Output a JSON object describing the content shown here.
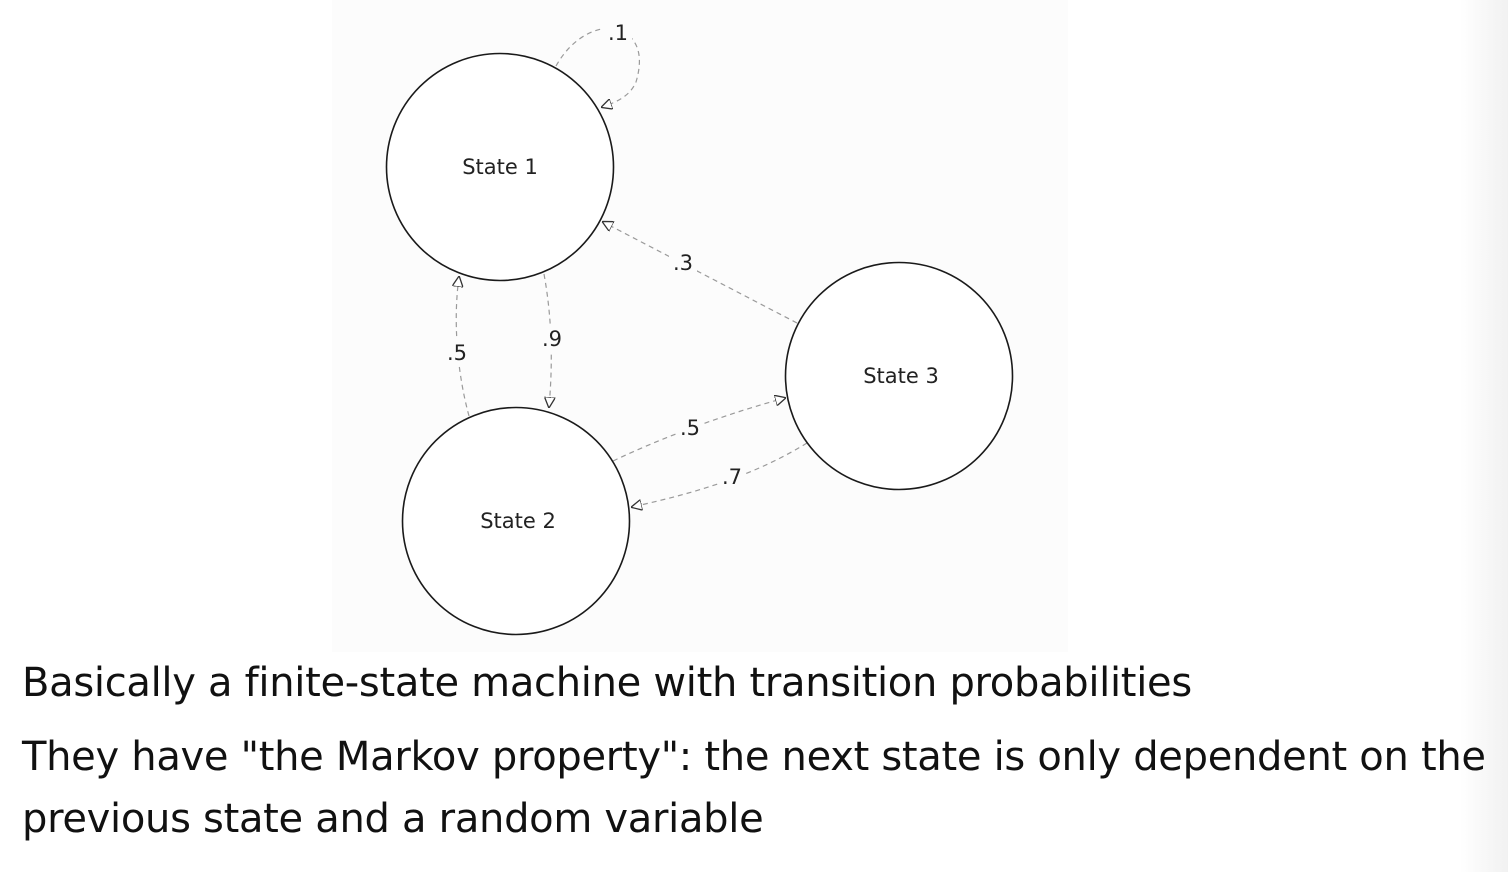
{
  "diagram": {
    "nodes": [
      {
        "id": "s1",
        "label": "State 1"
      },
      {
        "id": "s2",
        "label": "State 2"
      },
      {
        "id": "s3",
        "label": "State 3"
      }
    ],
    "edges": [
      {
        "from": "s1",
        "to": "s1",
        "label": ".1"
      },
      {
        "from": "s1",
        "to": "s2",
        "label": ".9"
      },
      {
        "from": "s2",
        "to": "s1",
        "label": ".5"
      },
      {
        "from": "s2",
        "to": "s3",
        "label": ".5"
      },
      {
        "from": "s3",
        "to": "s2",
        "label": ".7"
      },
      {
        "from": "s3",
        "to": "s1",
        "label": ".3"
      }
    ]
  },
  "captions": {
    "line1": "Basically a finite-state machine with transition probabilities",
    "line2": "They have \"the Markov property\": the next state is only dependent on the previous state and a random variable"
  }
}
